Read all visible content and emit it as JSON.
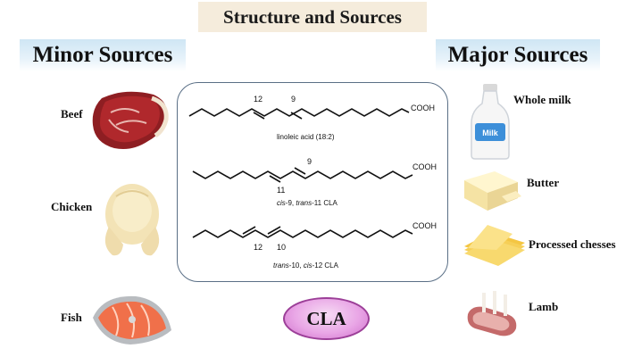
{
  "title": "Structure and Sources",
  "minor_sources": {
    "heading": "Minor Sources",
    "items": [
      "Beef",
      "Chicken",
      "Fish"
    ]
  },
  "major_sources": {
    "heading": "Major Sources",
    "items": [
      "Whole milk",
      "Butter",
      "Processed chesses",
      "Lamb"
    ]
  },
  "milk_bottle_label": "Milk",
  "structures": [
    {
      "numbers": [
        "12",
        "9"
      ],
      "group": "COOH",
      "caption_parts": [
        "linoleic acid (18:2)"
      ]
    },
    {
      "numbers": [
        "9",
        "11"
      ],
      "group": "COOH",
      "caption_parts": [
        "cis",
        "-9, ",
        "trans",
        "-11 CLA"
      ]
    },
    {
      "numbers": [
        "12",
        "10"
      ],
      "group": "COOH",
      "caption_parts": [
        "trans",
        "-10, ",
        "cis",
        "-12 CLA"
      ]
    }
  ],
  "center_label": "CLA",
  "colors": {
    "title_bg": "#f5ecdc",
    "heading_bg": "#cfe6f4",
    "box_border": "#5a6f86",
    "cla_fill": "#e9a6e6",
    "cla_border": "#9c3f98"
  }
}
